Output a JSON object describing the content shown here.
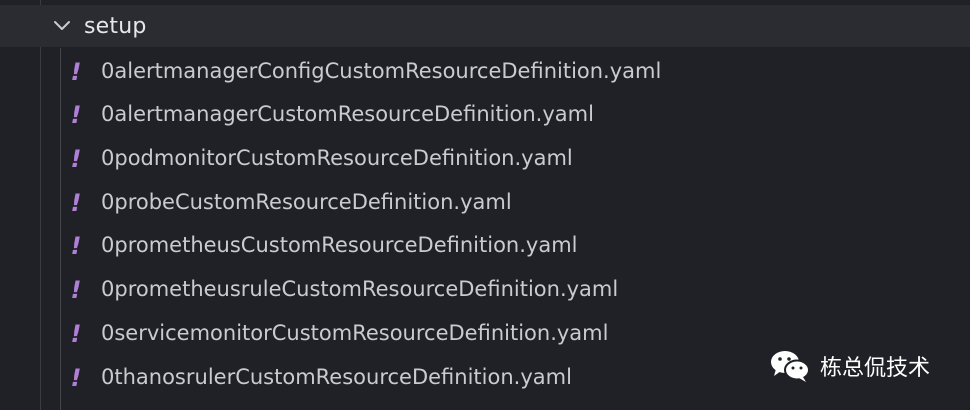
{
  "folder": {
    "name": "setup",
    "expanded_icon": "chevron-down-icon"
  },
  "files": [
    {
      "name": "0alertmanagerConfigCustomResourceDefinition.yaml",
      "icon": "yaml-exclamation-icon",
      "icon_glyph": "!"
    },
    {
      "name": "0alertmanagerCustomResourceDefinition.yaml",
      "icon": "yaml-exclamation-icon",
      "icon_glyph": "!"
    },
    {
      "name": "0podmonitorCustomResourceDefinition.yaml",
      "icon": "yaml-exclamation-icon",
      "icon_glyph": "!"
    },
    {
      "name": "0probeCustomResourceDefinition.yaml",
      "icon": "yaml-exclamation-icon",
      "icon_glyph": "!"
    },
    {
      "name": "0prometheusCustomResourceDefinition.yaml",
      "icon": "yaml-exclamation-icon",
      "icon_glyph": "!"
    },
    {
      "name": "0prometheusruleCustomResourceDefinition.yaml",
      "icon": "yaml-exclamation-icon",
      "icon_glyph": "!"
    },
    {
      "name": "0servicemonitorCustomResourceDefinition.yaml",
      "icon": "yaml-exclamation-icon",
      "icon_glyph": "!"
    },
    {
      "name": "0thanosrulerCustomResourceDefinition.yaml",
      "icon": "yaml-exclamation-icon",
      "icon_glyph": "!"
    }
  ],
  "watermark": {
    "text": "栋总侃技术",
    "icon": "wechat-icon"
  },
  "colors": {
    "background": "#202126",
    "folder_highlight": "#2a2c31",
    "yaml_icon": "#b07fd6",
    "text": "#c9cbd1"
  }
}
